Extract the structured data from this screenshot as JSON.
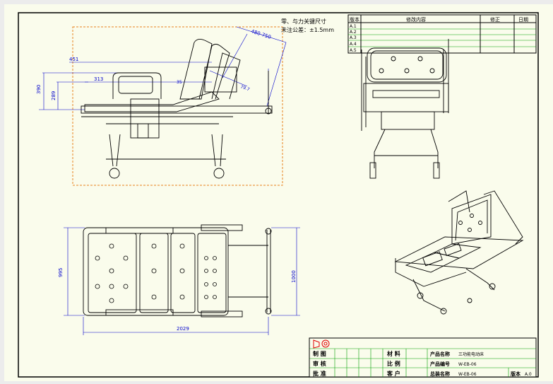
{
  "drawing": {
    "notes": [
      "零、与力关键尺寸",
      "未注公差：±1.5mm"
    ],
    "dimensions": {
      "side_width": "451",
      "side_inner": "313",
      "side_height_outer": "390",
      "side_height_inner": "289",
      "side_angle": "35",
      "side_diag": "79.7",
      "side_span": "480-750",
      "plan_length": "2029",
      "plan_width": "995",
      "plan_width_right": "1000"
    }
  },
  "revision_table": {
    "headers": [
      "版本",
      "修改内容",
      "修正",
      "日期"
    ],
    "rows": [
      "A.1",
      "A.2",
      "A.3",
      "A.4",
      "A.5"
    ]
  },
  "title_block": {
    "made_label": "制 图",
    "check_label": "审 核",
    "approve_label": "批 准",
    "material_label": "材 料",
    "scale_label": "比 例",
    "customer_label": "客 户",
    "product_name_label": "产品名称",
    "product_name_value": "三功能电动床",
    "product_code_label": "产品编号",
    "product_code_value": "W-EB-06",
    "assembly_label": "总装名称",
    "assembly_value": "W-EB-06",
    "version_label": "版本",
    "version_value": "A.0"
  }
}
